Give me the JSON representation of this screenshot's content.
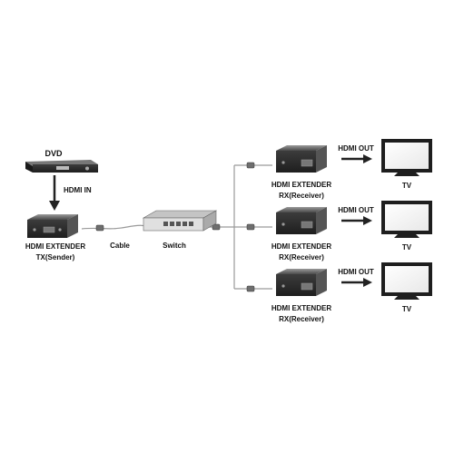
{
  "source": {
    "dvd_label": "DVD",
    "hdmi_in_label": "HDMI IN"
  },
  "transmitter": {
    "line1": "HDMI EXTENDER",
    "line2": "TX(Sender)"
  },
  "cable_label": "Cable",
  "switch_label": "Switch",
  "receivers": [
    {
      "line1": "HDMI EXTENDER",
      "line2": "RX(Receiver)",
      "output_label": "HDMI OUT",
      "tv_label": "TV"
    },
    {
      "line1": "HDMI EXTENDER",
      "line2": "RX(Receiver)",
      "output_label": "HDMI OUT",
      "tv_label": "TV"
    },
    {
      "line1": "HDMI EXTENDER",
      "line2": "RX(Receiver)",
      "output_label": "HDMI OUT",
      "tv_label": "TV"
    }
  ],
  "colors": {
    "device_dark": "#2b2b2b",
    "device_mid": "#5a5a5a",
    "device_light": "#8a8a8a",
    "wire": "#9a9a9a",
    "text": "#111111"
  }
}
